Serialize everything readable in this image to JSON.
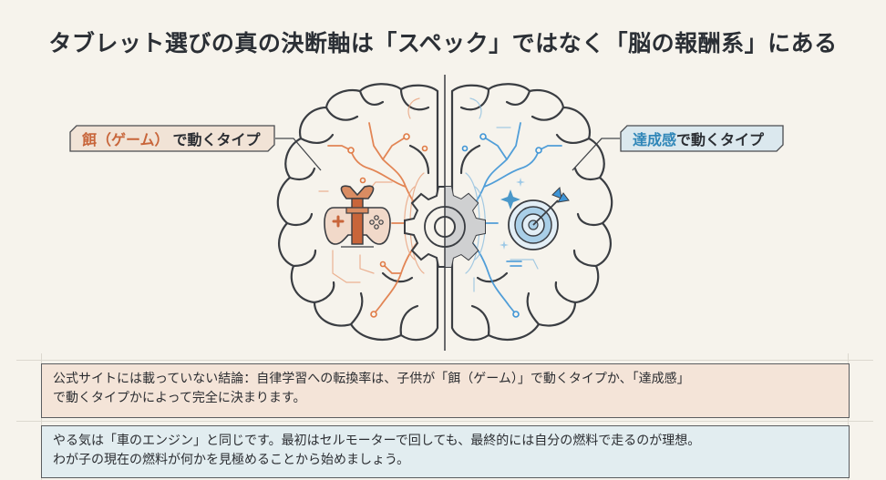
{
  "title": "タブレット選びの真の決断軸は「スペック」ではなく「脳の報酬系」にある",
  "labels": {
    "left": {
      "accent": "餌（ゲーム）",
      "rest": "で動くタイプ",
      "accent_color": "#c8653a",
      "bg_color": "#f1e3d6"
    },
    "right": {
      "accent": "達成感",
      "rest": "で動くタイプ",
      "accent_color": "#2f86b8",
      "bg_color": "#dbe8ee"
    }
  },
  "diagram": {
    "left_hemisphere_icon": "gift-gamepad-icon",
    "center_icon": "gear-icon",
    "right_hemisphere_icon": "target-arrow-icon",
    "left_color": "#e07a45",
    "right_color": "#3f95d6",
    "outline_color": "#3a3d42",
    "gear_color": "#c9cacb"
  },
  "notes": [
    {
      "line1": "公式サイトには載っていない結論：自律学習への転換率は、子供が「餌（ゲーム）」で動くタイプか、「達成感」",
      "line2": "で動くタイプかによって完全に決まります。",
      "bg_color": "#f4e4d8"
    },
    {
      "line1": "やる気は「車のエンジン」と同じです。最初はセルモーターで回しても、最終的には自分の燃料で走るのが理想。",
      "line2": "わが子の現在の燃料が何かを見極めることから始めましょう。",
      "bg_color": "#e2edf0"
    }
  ]
}
